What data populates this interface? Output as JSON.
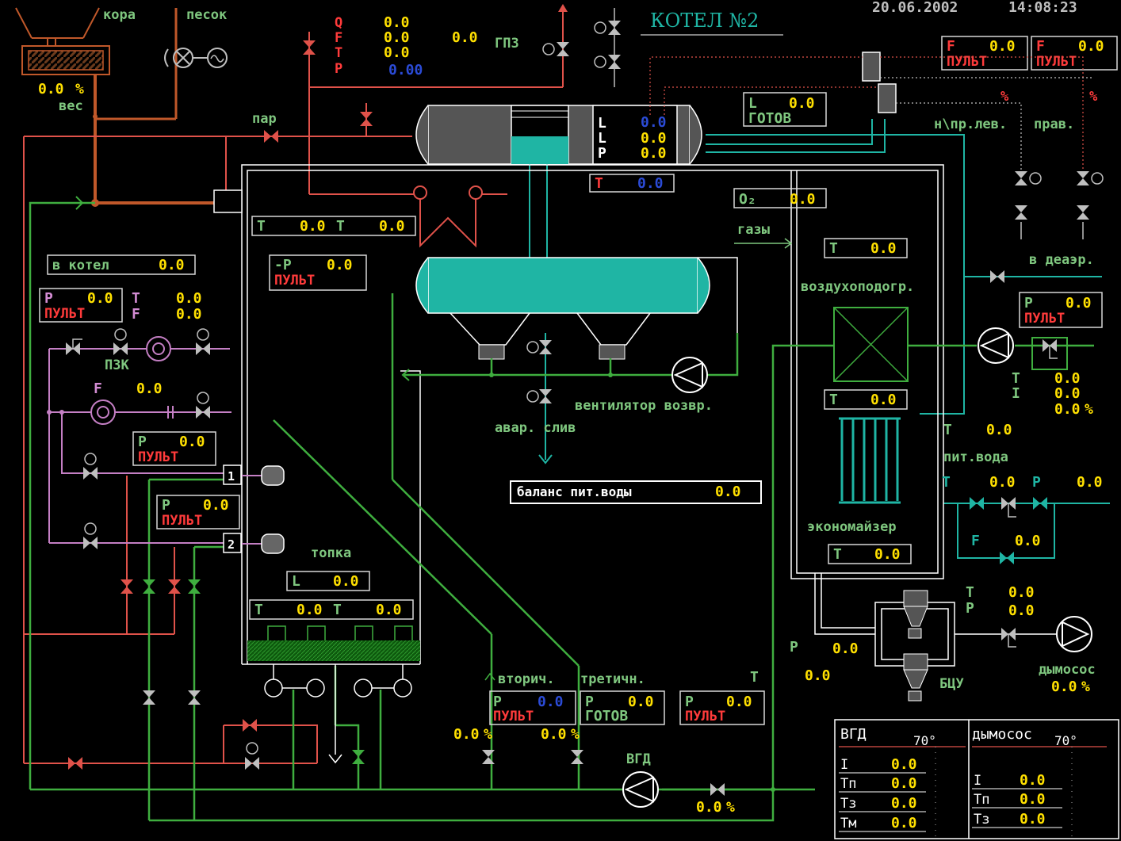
{
  "header": {
    "title": "КОТЕЛ №2",
    "date": "20.06.2002",
    "time": "14:08:23"
  },
  "top_left": {
    "kora": "кора",
    "pesok": "песок",
    "ves_value": "0.0",
    "ves_unit": "%",
    "ves_label": "вес",
    "par_label": "пар"
  },
  "steam_params": {
    "q_label": "Q",
    "q_value": "0.0",
    "f_label": "F",
    "f_value": "0.0",
    "t_label": "T",
    "t_value": "0.0",
    "p_label": "P",
    "p_value": "0.00",
    "gpz_value": "0.0",
    "gpz_label": "ГПЗ"
  },
  "pult_top": [
    {
      "label": "F",
      "value": "0.0",
      "status": "ПУЛЬТ"
    },
    {
      "label": "F",
      "value": "0.0",
      "status": "ПУЛЬТ"
    }
  ],
  "drum": {
    "l1": "L",
    "l1_value": "0.0",
    "l2": "L",
    "l2_value": "0.0",
    "p": "P",
    "p_value": "0.0",
    "t_label": "T",
    "t_value": "0.0"
  },
  "level_box": {
    "label": "L",
    "value": "0.0",
    "status": "ГОТОВ"
  },
  "percent_left": "%",
  "percent_right": "%",
  "np_lev": "н\\пр.лев.",
  "prav": "прав.",
  "v_deaer": "в деаэр.",
  "o2": {
    "label": "O₂",
    "value": "0.0"
  },
  "gazy": "газы",
  "air_heater": {
    "label": "воздухоподогр.",
    "t_top_value": "0.0",
    "t_bottom_value": "0.0",
    "t": "T"
  },
  "furnace_top_temps": {
    "t1": "T",
    "v1": "0.0",
    "t2": "T",
    "v2": "0.0"
  },
  "v_kotel": {
    "label": "в котел",
    "value": "0.0"
  },
  "minus_p": {
    "label": "-P",
    "value": "0.0",
    "status": "ПУЛЬТ"
  },
  "gas_line": {
    "p_label": "P",
    "p_value": "0.0",
    "p_status": "ПУЛЬТ",
    "t_label": "T",
    "t_value": "0.0",
    "f_label": "F",
    "f_value": "0.0",
    "pzk": "ПЗК",
    "f2_label": "F",
    "f2_value": "0.0"
  },
  "burner_pults": [
    {
      "label": "P",
      "value": "0.0",
      "status": "ПУЛЬТ"
    },
    {
      "label": "P",
      "value": "0.0",
      "status": "ПУЛЬТ"
    }
  ],
  "burner_nums": [
    "1",
    "2"
  ],
  "avar_sliv": "авар. слив",
  "vent_vozv": "вентилятор возвр.",
  "balance": {
    "label": "баланс пит.воды",
    "value": "0.0"
  },
  "topka": "топка",
  "topka_l": {
    "label": "L",
    "value": "0.0"
  },
  "topka_bottom_temps": {
    "t1": "T",
    "v1": "0.0",
    "t2": "T",
    "v2": "0.0"
  },
  "feedwater_pump": {
    "p_label": "P",
    "p_value": "0.0",
    "p_status": "ПУЛЬТ",
    "t_label": "T",
    "t_value": "0.0",
    "i_label": "I",
    "i_value": "0.0",
    "pct_value": "0.0",
    "pct_unit": "%"
  },
  "pit_voda": {
    "t_top_label": "T",
    "t_top_value": "0.0",
    "label": "пит.вода",
    "t_label": "T",
    "t_value": "0.0",
    "p_label": "P",
    "p_value": "0.0",
    "f_label": "F",
    "f_value": "0.0"
  },
  "economizer": {
    "label": "экономайзер",
    "t_label": "T",
    "t_value": "0.0"
  },
  "bcu": {
    "label": "БЦУ",
    "t_label": "T",
    "t_value": "0.0",
    "p_label": "P",
    "p_value": "0.0",
    "left_p_label": "P",
    "left_p_value": "0.0",
    "left_value": "0.0"
  },
  "dymosos": {
    "label": "дымосос",
    "pct_value": "0.0",
    "pct_unit": "%"
  },
  "vtorich": {
    "label": "вторич.",
    "p_label": "P",
    "p_value": "0.0",
    "status": "ПУЛЬТ",
    "pct_value": "0.0",
    "pct_unit": "%"
  },
  "tretich": {
    "label": "третичн.",
    "p_label": "P",
    "p_value": "0.0",
    "status": "ГОТОВ",
    "pct_value": "0.0",
    "pct_unit": "%"
  },
  "vgd_pult": {
    "t_label": "T",
    "p_label": "P",
    "p_value": "0.0",
    "status": "ПУЛЬТ"
  },
  "vgd": {
    "label": "ВГД",
    "pct_value": "0.0",
    "pct_unit": "%"
  },
  "trend_vgd": {
    "title": "ВГД",
    "scale": "70°",
    "rows": [
      {
        "label": "I",
        "value": "0.0"
      },
      {
        "label": "Tп",
        "value": "0.0"
      },
      {
        "label": "Tз",
        "value": "0.0"
      },
      {
        "label": "Tм",
        "value": "0.0"
      }
    ]
  },
  "trend_dym": {
    "title": "дымосос",
    "scale": "70°",
    "rows": [
      {
        "label": "I",
        "value": "0.0"
      },
      {
        "label": "Tп",
        "value": "0.0"
      },
      {
        "label": "Tз",
        "value": "0.0"
      }
    ]
  },
  "colors": {
    "background": "#000000",
    "water": "#1fb5a4",
    "steam": "#e0524a",
    "fuel": "#c0582a",
    "gas": "#c47fc4",
    "air": "#3fae3f",
    "value": "#ffe000"
  }
}
